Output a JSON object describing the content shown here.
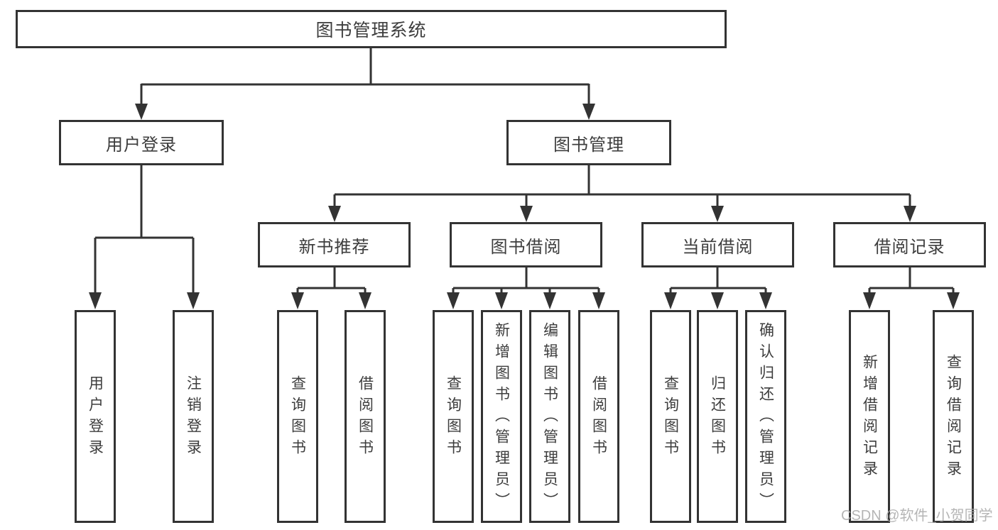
{
  "diagram": {
    "root": {
      "label": "图书管理系统"
    },
    "level2": {
      "user_login": {
        "label": "用户登录"
      },
      "book_management": {
        "label": "图书管理"
      }
    },
    "level3": {
      "new_book_recommend": {
        "label": "新书推荐"
      },
      "book_borrowing": {
        "label": "图书借阅"
      },
      "current_borrowing": {
        "label": "当前借阅"
      },
      "borrowing_records": {
        "label": "借阅记录"
      }
    },
    "leaves": {
      "user_login_children": [
        {
          "label": "用户登录"
        },
        {
          "label": "注销登录"
        }
      ],
      "new_book_children": [
        {
          "label": "查询图书"
        },
        {
          "label": "借阅图书"
        }
      ],
      "book_borrowing_children": [
        {
          "label": "查询图书"
        },
        {
          "label": "新增图书（管理员）"
        },
        {
          "label": "编辑图书（管理员）"
        },
        {
          "label": "借阅图书"
        }
      ],
      "current_borrowing_children": [
        {
          "label": "查询图书"
        },
        {
          "label": "归还图书"
        },
        {
          "label": "确认归还（管理员）"
        }
      ],
      "borrowing_records_children": [
        {
          "label": "新增借阅记录"
        },
        {
          "label": "查询借阅记录"
        }
      ]
    },
    "watermark": {
      "text": "CSDN @软件_小贺同学"
    },
    "colors": {
      "line": "#333333",
      "text": "#3d3d3d",
      "watermark": "#a9a9a9",
      "background": "#ffffff"
    }
  }
}
